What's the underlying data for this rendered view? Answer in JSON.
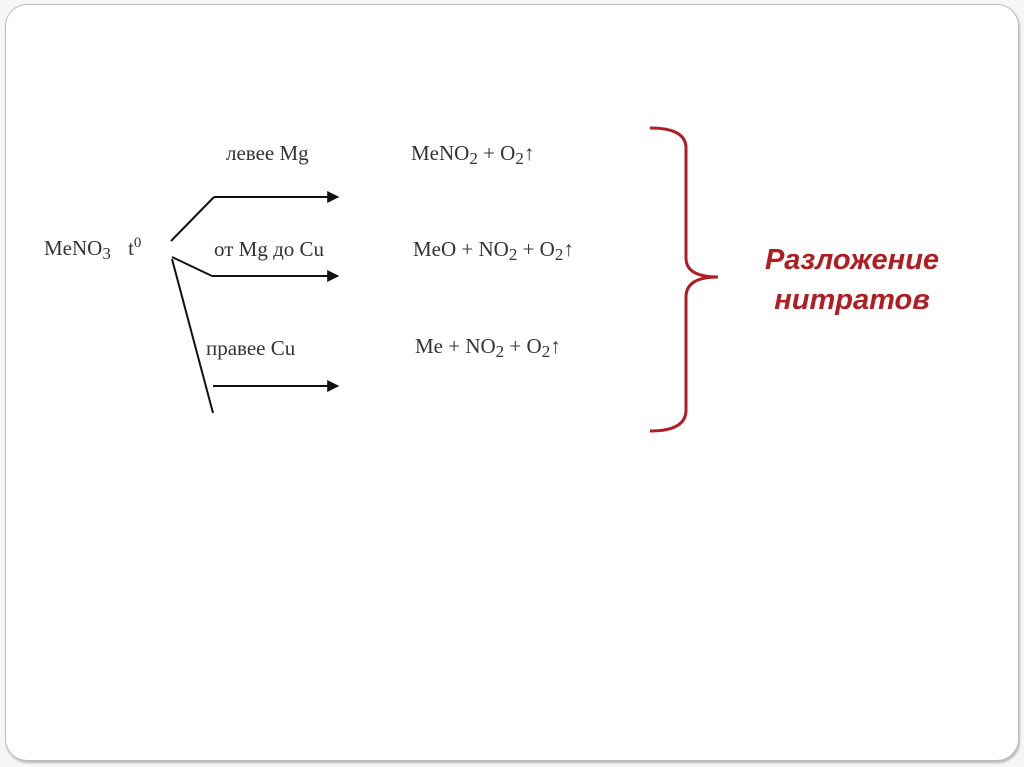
{
  "reactant": {
    "formula_main": "MeNO",
    "formula_sub": "3",
    "temp_symbol": "t",
    "temp_sup": "0"
  },
  "branches": [
    {
      "condition": "левее  Mg",
      "products": [
        {
          "text": "MeNO"
        },
        {
          "sub": "2"
        },
        {
          "text": " + O"
        },
        {
          "sub": "2"
        },
        {
          "text": "↑"
        }
      ]
    },
    {
      "condition": "от Mg до Cu",
      "products": [
        {
          "text": "MeO + NO"
        },
        {
          "sub": "2"
        },
        {
          "text": " + O"
        },
        {
          "sub": "2"
        },
        {
          "text": "↑"
        }
      ]
    },
    {
      "condition": "правее Cu",
      "products": [
        {
          "text": "Me + NO"
        },
        {
          "sub": "2"
        },
        {
          "text": " + O"
        },
        {
          "sub": "2"
        },
        {
          "text": "↑"
        }
      ]
    }
  ],
  "summary": {
    "line1": "Разложение",
    "line2": "нитратов"
  },
  "colors": {
    "accent": "#b01d22",
    "text": "#333333",
    "line": "#111111"
  }
}
